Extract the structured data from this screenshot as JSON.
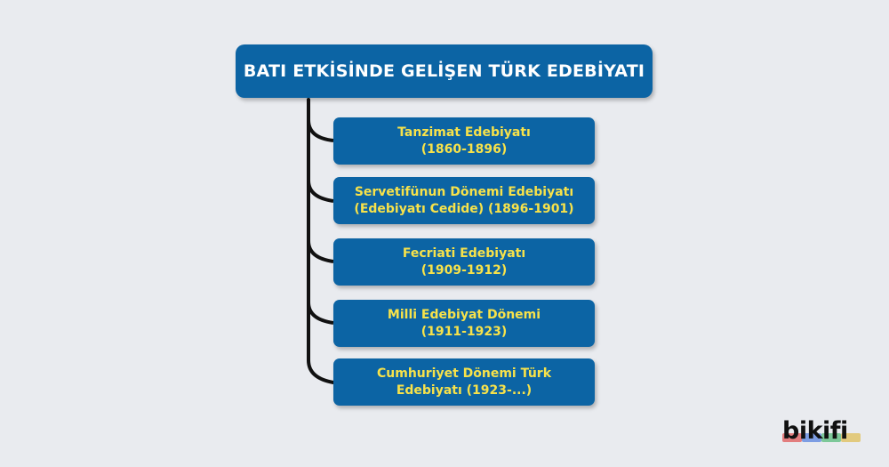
{
  "title": "BATI ETKİSİNDE GELİŞEN TÜRK EDEBİYATI",
  "colors": {
    "background": "#e9ebef",
    "box": "#0c64a4",
    "title_text": "#ffffff",
    "node_text": "#f7e24a",
    "connector": "#111111"
  },
  "nodes": [
    {
      "line1": "Tanzimat Edebiyatı",
      "line2": "(1860-1896)"
    },
    {
      "line1": "Servetifünun Dönemi Edebiyatı",
      "line2": "(Edebiyatı Cedide) (1896-1901)"
    },
    {
      "line1": "Fecriati Edebiyatı",
      "line2": "(1909-1912)"
    },
    {
      "line1": "Milli Edebiyat Dönemi",
      "line2": "(1911-1923)"
    },
    {
      "line1": "Cumhuriyet Dönemi Türk",
      "line2": "Edebiyatı (1923-...)"
    }
  ],
  "logo": {
    "text": "bikifi",
    "bar_colors": [
      "#e06a6a",
      "#6a8fe0",
      "#6ac28a",
      "#e0c46a"
    ]
  }
}
